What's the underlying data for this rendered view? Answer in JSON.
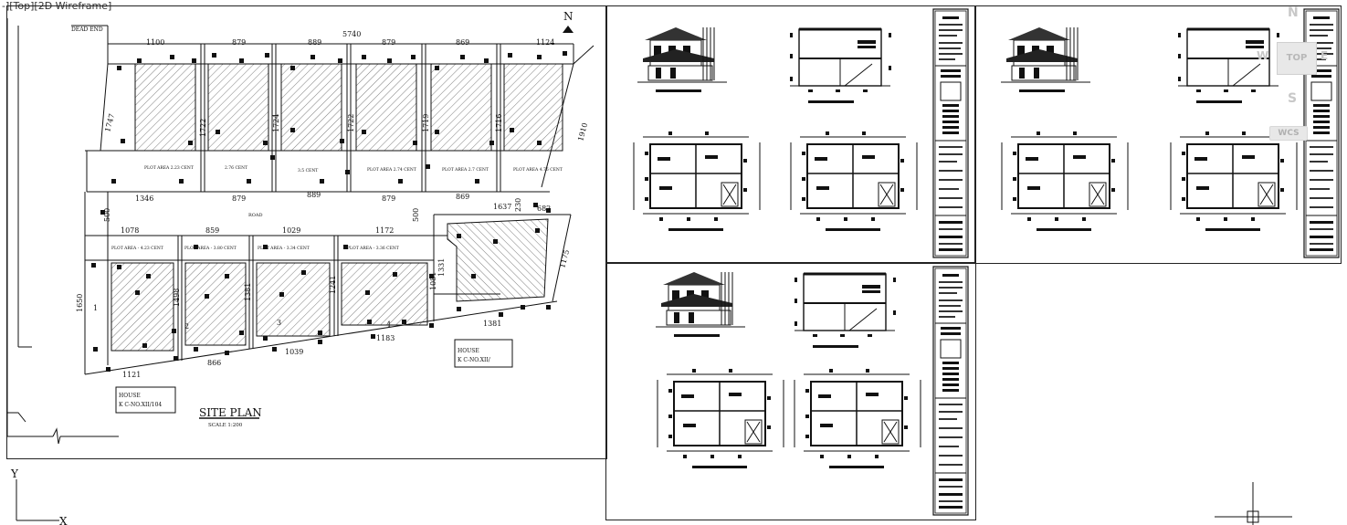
{
  "viewport": {
    "label": "-][Top][2D Wireframe]"
  },
  "site_plan": {
    "north": "N",
    "dead_end": "DEAD END",
    "road": "ROAD",
    "title": "SITE PLAN",
    "scale": "SCALE 1:200",
    "top_total": "5740",
    "top_dims": [
      "1100",
      "879",
      "889",
      "879",
      "869",
      "1124"
    ],
    "mid_dims": [
      "1346",
      "879",
      "889",
      "879",
      "869",
      "1637",
      "682"
    ],
    "lower_dims": [
      "1078",
      "859",
      "1029",
      "1172"
    ],
    "bottom_dims": [
      "1121",
      "866",
      "1039",
      "1183",
      "1381"
    ],
    "side_dims": [
      "1747",
      "1722",
      "1724",
      "1722",
      "1719",
      "1716",
      "1910",
      "500",
      "500",
      "230",
      "1650",
      "1498",
      "1381",
      "1241",
      "1081",
      "1331",
      "1175"
    ],
    "plot_area_upper": [
      "PLOT AREA 2.23 CENT",
      "2.76 CENT",
      "3.5 CENT",
      "PLOT AREA 2.74 CENT",
      "PLOT AREA 2.7 CENT",
      "PLOT AREA 4.76 CENT"
    ],
    "plot_area_lower": [
      "PLOT AREA - 4.23 CENT",
      "PLOT AREA - 3.80 CENT",
      "PLOT AREA - 3.34 CENT",
      "PLOT AREA - 3.36 CENT"
    ],
    "plot_numbers": [
      "1",
      "2",
      "3",
      "4"
    ],
    "houses": [
      {
        "line1": "HOUSE",
        "line2": "K C-NO.XII/104"
      },
      {
        "line1": "HOUSE",
        "line2": "K C-NO.XII/"
      }
    ]
  },
  "nav": {
    "top": "TOP",
    "n": "N",
    "e": "E",
    "s": "S",
    "w": "W",
    "wcs": "WCS"
  },
  "ucs": {
    "y": "Y",
    "x": "X"
  },
  "colors": {
    "line": "#111111",
    "hatch": "#333333",
    "nav": "#c8c8c8"
  }
}
